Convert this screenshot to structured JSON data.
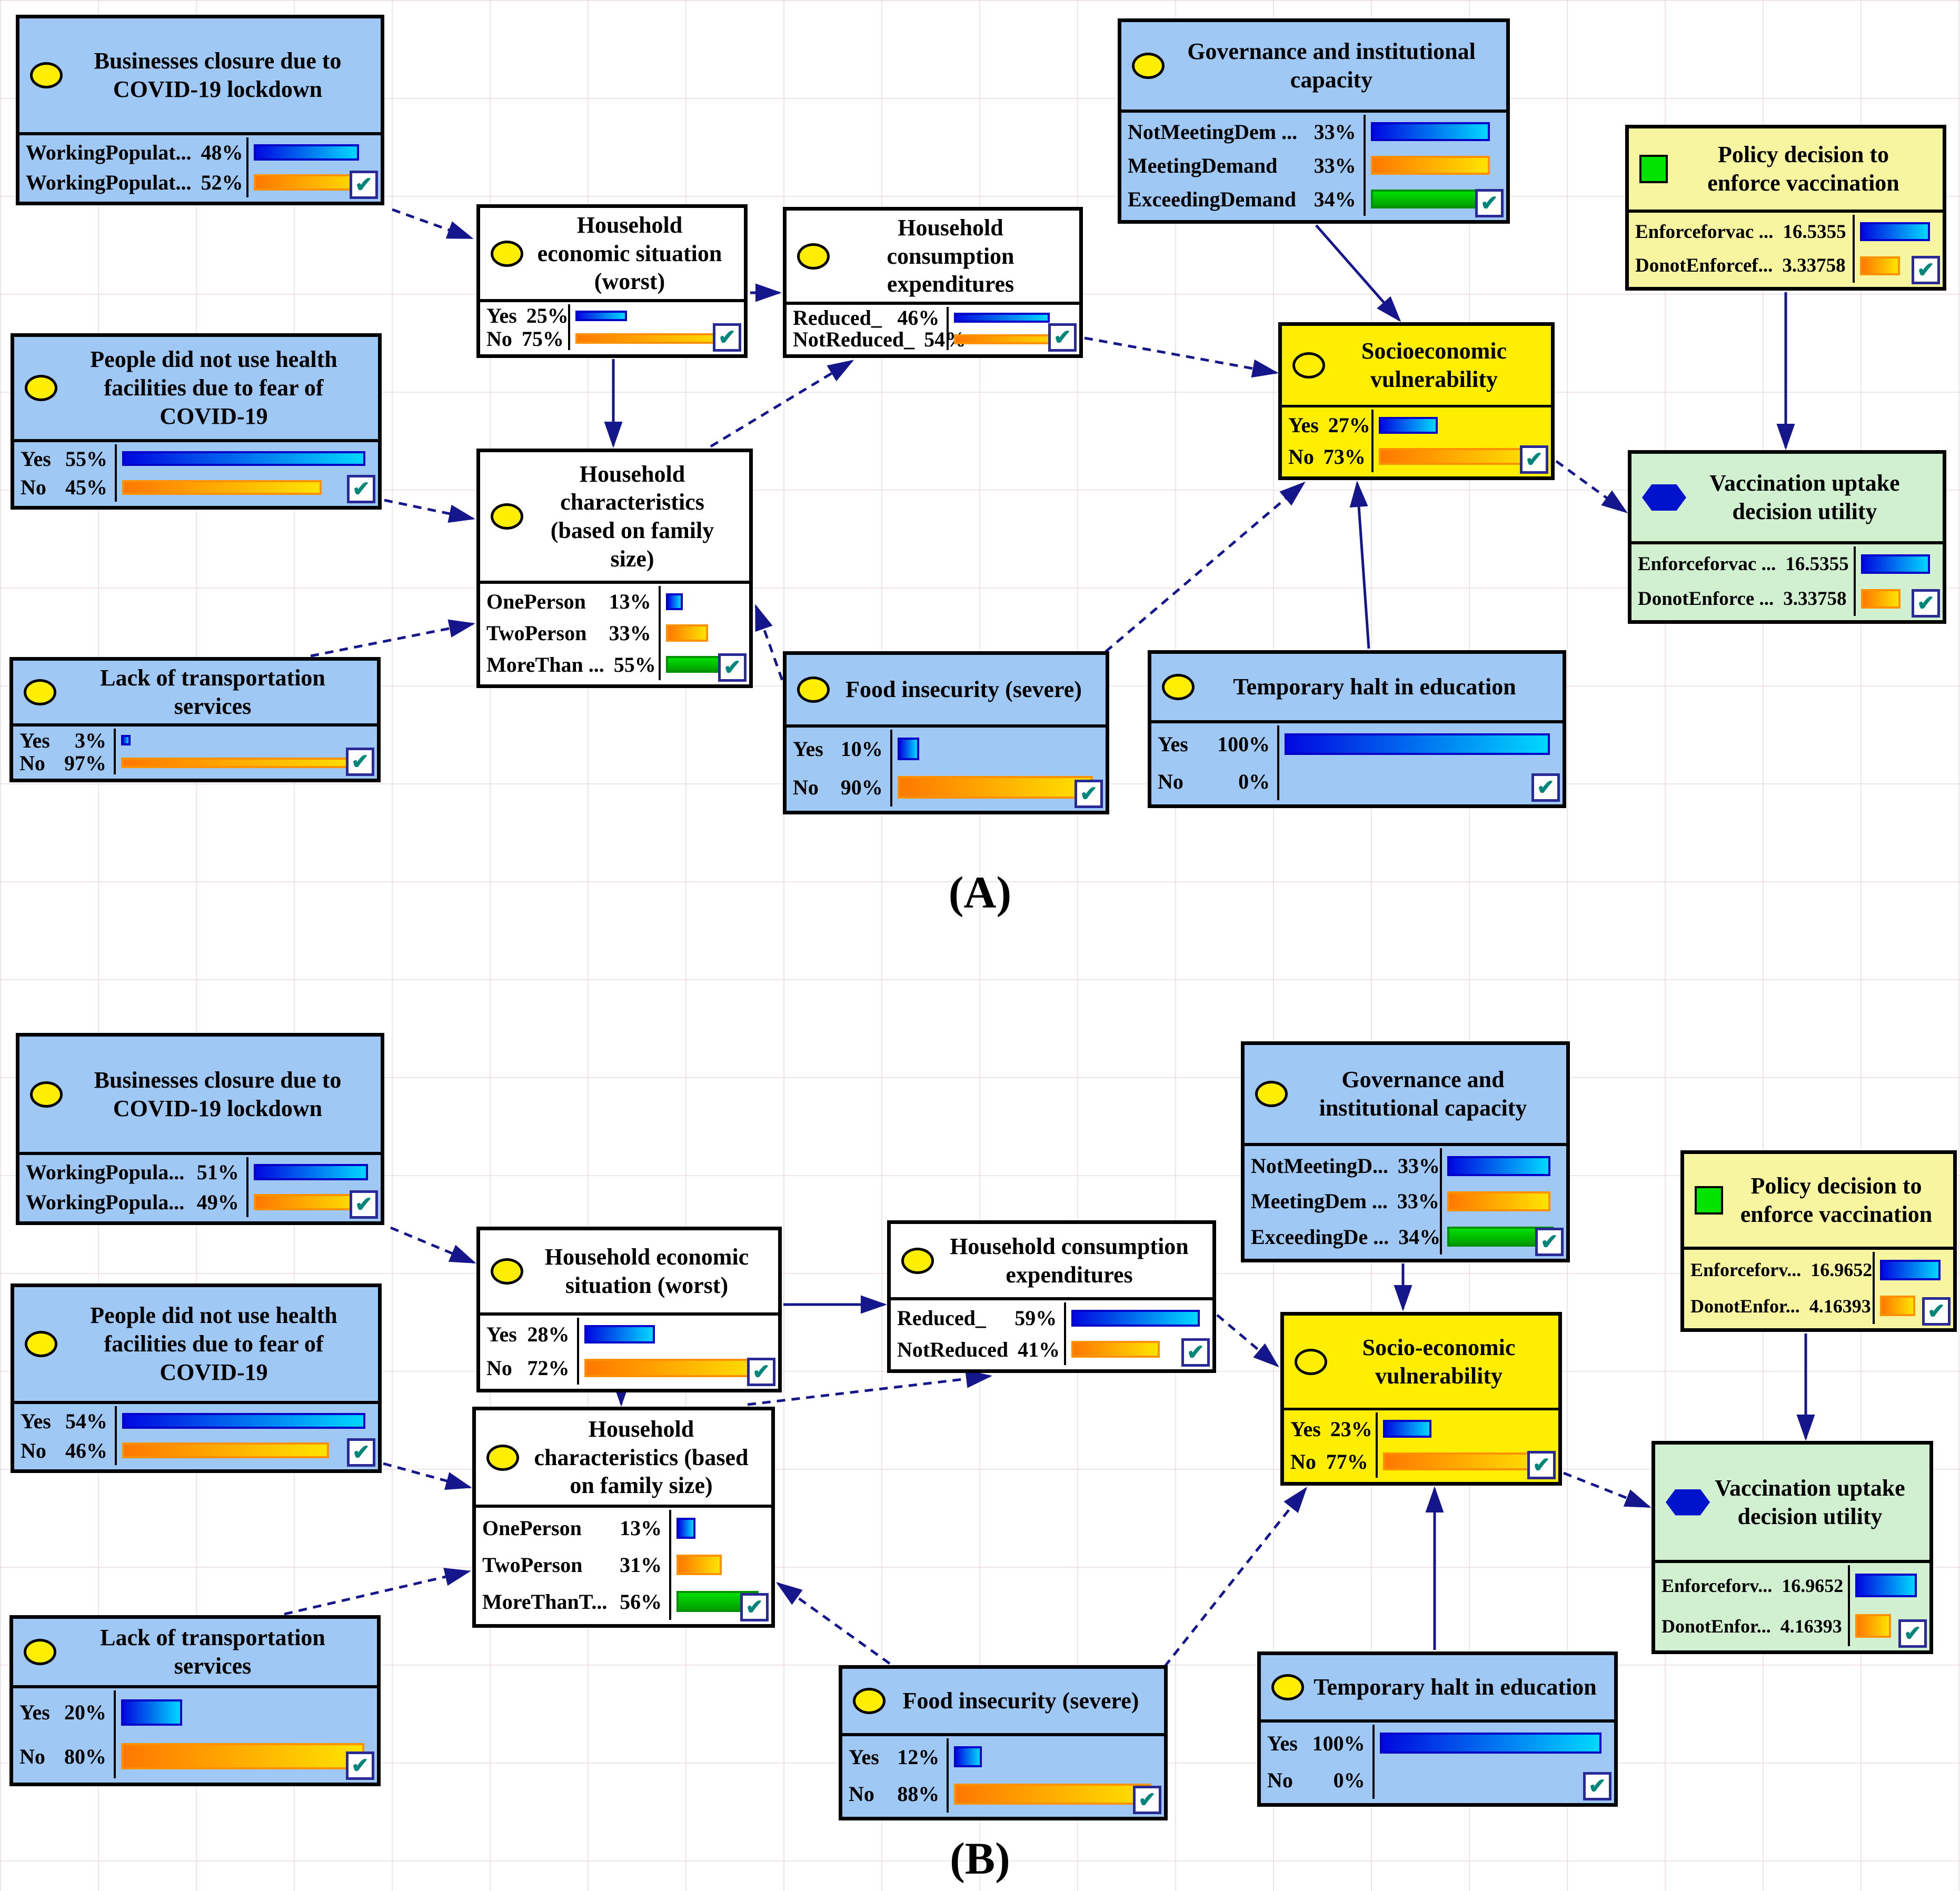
{
  "figure": {
    "panel_a_label": "(A)",
    "panel_b_label": "(B)"
  },
  "icons": {
    "chance_node": "yellow-ellipse",
    "target_chance_node": "outline-ellipse",
    "decision_node": "green-square",
    "utility_node": "blue-hexagon",
    "evidence_flag": "teal-checkmark"
  },
  "palette": {
    "node_blue": "#a0c8f4",
    "node_white": "#ffffff",
    "node_yellow": "#ffee00",
    "node_pale_yellow": "#f8f5a0",
    "node_green": "#d0f0d0",
    "bar_blue_gradient": [
      "#0008e0",
      "#00d8ff"
    ],
    "bar_orange_gradient": [
      "#ff7800",
      "#ffe400"
    ],
    "bar_green_gradient": [
      "#00e000",
      "#009e00"
    ],
    "arc_color": "#16168c"
  },
  "checkmark": "✔",
  "nodes": {
    "businesses_A": {
      "title": "Businesses  closure due to COVID-19 lockdown",
      "states": [
        {
          "name": "WorkingPopulat...",
          "value": "48%",
          "bar": 92
        },
        {
          "name": "WorkingPopulat...",
          "value": "52%",
          "bar": 100
        }
      ]
    },
    "people_A": {
      "title": "People did not use health facilities due to fear of COVID-19",
      "states": [
        {
          "name": "Yes",
          "value": "55%",
          "bar": 100
        },
        {
          "name": "No",
          "value": "45%",
          "bar": 82
        }
      ]
    },
    "transport_A": {
      "title": "Lack of transportation services",
      "states": [
        {
          "name": "Yes",
          "value": "3%",
          "bar": 4
        },
        {
          "name": "No",
          "value": "97%",
          "bar": 100
        }
      ]
    },
    "econ_A": {
      "title": "Household economic situation (worst)",
      "states": [
        {
          "name": "Yes",
          "value": "25%",
          "bar": 33
        },
        {
          "name": "No",
          "value": "75%",
          "bar": 100
        }
      ]
    },
    "consumption_A": {
      "title": "Household consumption expenditures",
      "states": [
        {
          "name": "Reduced_",
          "value": "46%",
          "bar": 85
        },
        {
          "name": "NotReduced_",
          "value": "54%",
          "bar": 100
        }
      ]
    },
    "char_A": {
      "title": "Household characteristics (based on family size)",
      "states": [
        {
          "name": "OnePerson",
          "value": "13%",
          "bar": 24
        },
        {
          "name": "TwoPerson",
          "value": "33%",
          "bar": 60
        },
        {
          "name": "MoreThan ...",
          "value": "55%",
          "bar": 100
        }
      ]
    },
    "food_A": {
      "title": "Food insecurity (severe)",
      "states": [
        {
          "name": "Yes",
          "value": "10%",
          "bar": 11
        },
        {
          "name": "No",
          "value": "90%",
          "bar": 100
        }
      ]
    },
    "education_A": {
      "title": "Temporary halt in education",
      "states": [
        {
          "name": "Yes",
          "value": "100%",
          "bar": 100
        },
        {
          "name": "No",
          "value": "0%",
          "bar": 0
        }
      ]
    },
    "governance_A": {
      "title": "Governance and institutional capacity",
      "states": [
        {
          "name": "NotMeetingDem ...",
          "value": "33%",
          "bar": 97
        },
        {
          "name": "MeetingDemand",
          "value": "33%",
          "bar": 97
        },
        {
          "name": "ExceedingDemand",
          "value": "34%",
          "bar": 100
        }
      ]
    },
    "socio_A": {
      "title": "Socioeconomic vulnerability",
      "states": [
        {
          "name": "Yes",
          "value": "27%",
          "bar": 37
        },
        {
          "name": "No",
          "value": "73%",
          "bar": 100
        }
      ]
    },
    "policy_A": {
      "title": "Policy decision to enforce vaccination",
      "states": [
        {
          "name": "Enforceforvac ...",
          "value": "16.5355",
          "bar": 100
        },
        {
          "name": "DonotEnforcef...",
          "value": "3.33758",
          "bar": 57
        }
      ]
    },
    "vaccination_A": {
      "title": "Vaccination uptake decision utility",
      "states": [
        {
          "name": "Enforceforvac ...",
          "value": "16.5355",
          "bar": 100
        },
        {
          "name": "DonotEnforce ...",
          "value": "3.33758",
          "bar": 57
        }
      ]
    },
    "businesses_B": {
      "title": "Businesses closure due to COVID-19 lockdown",
      "states": [
        {
          "name": "WorkingPopula...",
          "value": "51%",
          "bar": 100
        },
        {
          "name": "WorkingPopula...",
          "value": "49%",
          "bar": 96
        }
      ]
    },
    "people_B": {
      "title": "People did not use health facilities due to fear of COVID-19",
      "states": [
        {
          "name": "Yes",
          "value": "54%",
          "bar": 100
        },
        {
          "name": "No",
          "value": "46%",
          "bar": 85
        }
      ]
    },
    "transport_B": {
      "title": "Lack of transportation services",
      "states": [
        {
          "name": "Yes",
          "value": "20%",
          "bar": 25
        },
        {
          "name": "No",
          "value": "80%",
          "bar": 100
        }
      ]
    },
    "econ_B": {
      "title": "Household economic situation (worst)",
      "states": [
        {
          "name": "Yes",
          "value": "28%",
          "bar": 39
        },
        {
          "name": "No",
          "value": "72%",
          "bar": 100
        }
      ]
    },
    "consumption_B": {
      "title": "Household consumption expenditures",
      "states": [
        {
          "name": "Reduced_",
          "value": "59%",
          "bar": 100
        },
        {
          "name": "NotReduced",
          "value": "41%",
          "bar": 69
        }
      ]
    },
    "char_B": {
      "title": "Household characteristics (based on family size)",
      "states": [
        {
          "name": "OnePerson",
          "value": "13%",
          "bar": 23
        },
        {
          "name": "TwoPerson",
          "value": "31%",
          "bar": 55
        },
        {
          "name": "MoreThanT...",
          "value": "56%",
          "bar": 100
        }
      ]
    },
    "food_B": {
      "title": "Food insecurity (severe)",
      "states": [
        {
          "name": "Yes",
          "value": "12%",
          "bar": 14
        },
        {
          "name": "No",
          "value": "88%",
          "bar": 100
        }
      ]
    },
    "education_B": {
      "title": "Temporary halt in education",
      "states": [
        {
          "name": "Yes",
          "value": "100%",
          "bar": 100
        },
        {
          "name": "No",
          "value": "0%",
          "bar": 0
        }
      ]
    },
    "governance_B": {
      "title": "Governance and institutional capacity",
      "states": [
        {
          "name": "NotMeetingD...",
          "value": "33%",
          "bar": 97
        },
        {
          "name": "MeetingDem ...",
          "value": "33%",
          "bar": 97
        },
        {
          "name": "ExceedingDe ...",
          "value": "34%",
          "bar": 100
        }
      ]
    },
    "socio_B": {
      "title": "Socio-economic vulnerability",
      "states": [
        {
          "name": "Yes",
          "value": "23%",
          "bar": 30
        },
        {
          "name": "No",
          "value": "77%",
          "bar": 100
        }
      ]
    },
    "policy_B": {
      "title": "Policy decision to enforce vaccination",
      "states": [
        {
          "name": "Enforceforv...",
          "value": "16.9652",
          "bar": 100
        },
        {
          "name": "DonotEnfor...",
          "value": "4.16393",
          "bar": 58
        }
      ]
    },
    "vaccination_B": {
      "title": "Vaccination uptake decision utility",
      "states": [
        {
          "name": "Enforceforv...",
          "value": "16.9652",
          "bar": 100
        },
        {
          "name": "DonotEnfor...",
          "value": "4.16393",
          "bar": 58
        }
      ]
    }
  }
}
